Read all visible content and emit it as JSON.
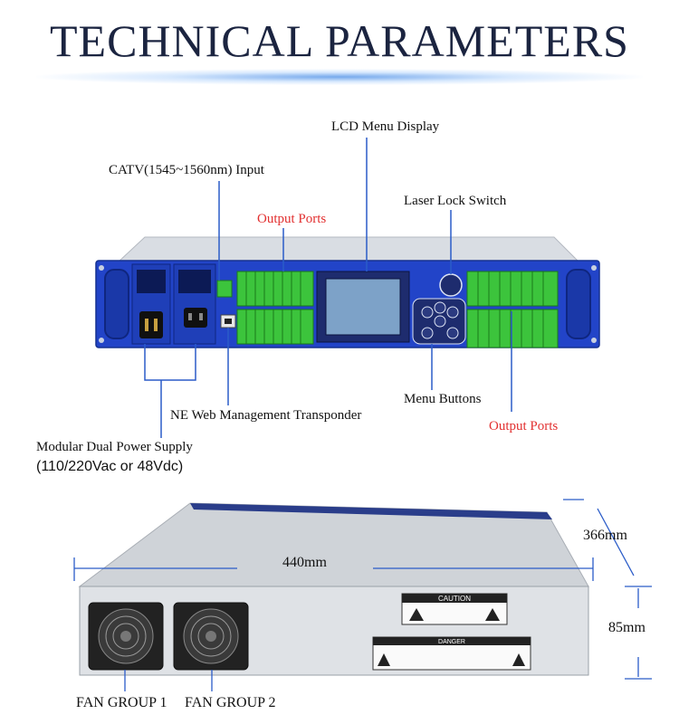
{
  "page": {
    "title": "TECHNICAL PARAMETERS"
  },
  "front_panel_labels": {
    "lcd_menu_display": "LCD Menu Display",
    "catv_input": "CATV(1545~1560nm) Input",
    "laser_lock_switch": "Laser Lock Switch",
    "output_ports_top": "Output Ports",
    "menu_buttons": "Menu Buttons",
    "ne_web": "NE Web Management Transponder",
    "output_ports_bottom": "Output Ports",
    "power_supply_line1": "Modular Dual Power Supply",
    "power_supply_line2": "(110/220Vac or 48Vdc)"
  },
  "dimensions": {
    "width": "440mm",
    "depth": "366mm",
    "height": "85mm"
  },
  "rear_panel_labels": {
    "fan_group_1": "FAN GROUP 1",
    "fan_group_2": "FAN GROUP 2",
    "caution": "CAUTION",
    "danger": "DANGER"
  },
  "colors": {
    "title": "#1b2440",
    "panel_blue": "#2244c8",
    "port_green": "#3cc43c",
    "output_label_red": "#e23030"
  }
}
